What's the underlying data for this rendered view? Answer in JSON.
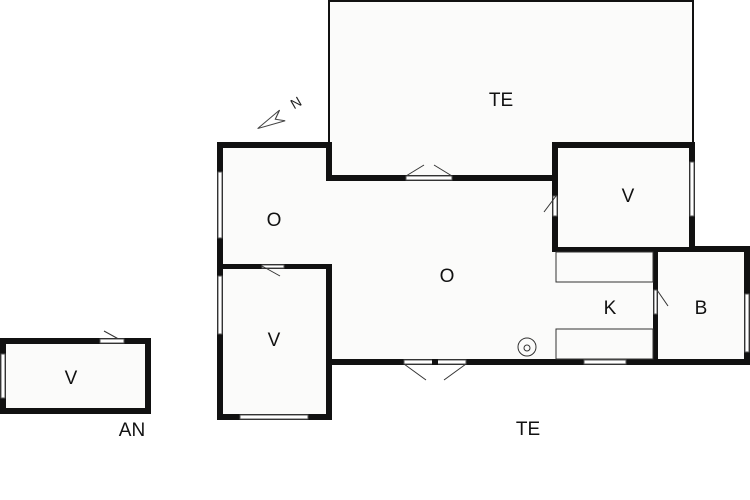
{
  "rooms": {
    "terrace_top": "TE",
    "terrace_bottom": "TE",
    "living_left": "O",
    "living_main": "O",
    "bedroom_left": "V",
    "bedroom_right": "V",
    "kitchen": "K",
    "bathroom": "B",
    "annex_room": "V",
    "annex": "AN"
  },
  "compass": {
    "label": "N",
    "icon": "north-arrow-icon"
  },
  "colors": {
    "wall": "#111111",
    "floor": "#fbfbfa",
    "background": "#ffffff"
  }
}
